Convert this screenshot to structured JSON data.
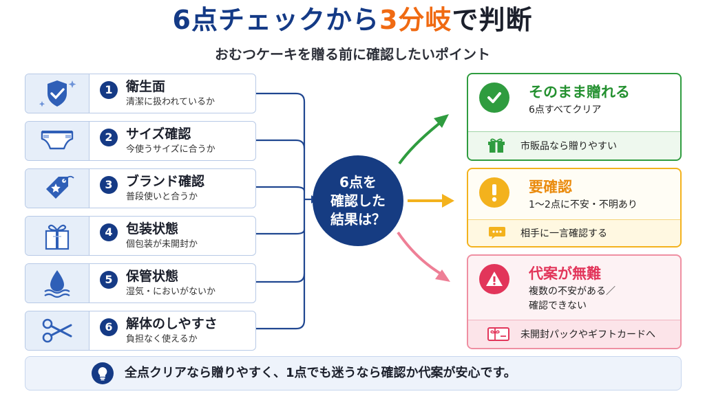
{
  "title": {
    "part1": "6点チェックから",
    "part2": "3分岐",
    "part3": "で判断"
  },
  "subtitle": "おむつケーキを贈る前に確認したいポイント",
  "checks": [
    {
      "num": "1",
      "label": "衛生面",
      "desc": "清潔に扱われているか",
      "icon": "shield-icon"
    },
    {
      "num": "2",
      "label": "サイズ確認",
      "desc": "今使うサイズに合うか",
      "icon": "diaper-icon"
    },
    {
      "num": "3",
      "label": "ブランド確認",
      "desc": "普段使いと合うか",
      "icon": "tag-icon"
    },
    {
      "num": "4",
      "label": "包装状態",
      "desc": "個包装が未開封か",
      "icon": "gift-box-icon"
    },
    {
      "num": "5",
      "label": "保管状態",
      "desc": "湿気・においがないか",
      "icon": "water-drop-icon"
    },
    {
      "num": "6",
      "label": "解体のしやすさ",
      "desc": "負担なく使えるか",
      "icon": "scissors-icon"
    }
  ],
  "center": {
    "text": "6点を\n確認した\n結果は？"
  },
  "results": {
    "green": {
      "title": "そのまま贈れる",
      "desc": "6点すべてクリア",
      "foot": "市販品なら贈りやすい",
      "icon": "check-icon",
      "foot_icon": "gift-icon"
    },
    "yellow": {
      "title": "要確認",
      "desc": "1〜2点に不安・不明あり",
      "foot": "相手に一言確認する",
      "icon": "exclamation-icon",
      "foot_icon": "chat-bubble-icon"
    },
    "red": {
      "title": "代案が無難",
      "desc1": "複数の不安がある／",
      "desc2": "確認できない",
      "foot": "未開封パックやギフトカードへ",
      "icon": "warning-icon",
      "foot_icon": "gift-card-icon"
    }
  },
  "bottom": {
    "text": "全点クリアなら贈りやすく、1点でも迷うなら確認か代案が安心です。",
    "icon": "lightbulb-icon"
  },
  "colors": {
    "navy": "#153a85",
    "orange": "#f06a12",
    "green": "#2f9c3f",
    "yellow": "#f3b21d",
    "red": "#e2355a"
  }
}
